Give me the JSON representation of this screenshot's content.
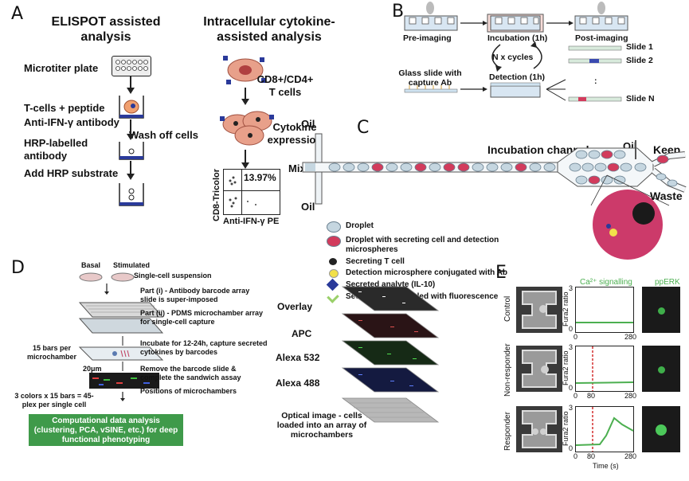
{
  "panels": {
    "a": {
      "letter": "A",
      "elispot_title": "ELISPOT assisted analysis",
      "ics_title": "Intracellular cytokine-assisted analysis",
      "steps": [
        "Microtiter plate",
        "T-cells + peptide",
        "Anti-IFN-γ antibody",
        "Wash off cells",
        "HRP-labelled antibody",
        "Add HRP substrate"
      ],
      "ics_labels": [
        "CD8+/CD4+ T cells",
        "Cytokine expression"
      ],
      "flow": {
        "percent": "13.97%",
        "y_label": "CD8-Tricolor",
        "x_label": "Anti-IFN-γ PE"
      }
    },
    "b": {
      "letter": "B",
      "stages": [
        "Pre-imaging",
        "Incubation (1h)",
        "Post-imaging"
      ],
      "cycles": "N x cycles",
      "glass_slide": "Glass slide with capture Ab",
      "detection": "Detection (1h)",
      "slides": [
        "Slide 1",
        "Slide 2",
        ":",
        "Slide N"
      ]
    },
    "c": {
      "letter": "C",
      "oil_top": "Oil",
      "oil_bottom": "Oil",
      "oil_right": "Oil",
      "mix": "Mix",
      "incubation": "Incubation channel",
      "keep": "Keep",
      "waste": "Waste",
      "legend": [
        "Droplet",
        "Droplet with secreting cell and detection microspheres",
        "Secreting T cell",
        "Detection microsphere conjugated with Ab",
        "Secreted analyte (IL-10)",
        "Secondary Ab labeled with fluorescence"
      ],
      "colors": {
        "droplet": "#c5d6e0",
        "secreting": "#d23b5c",
        "tcell": "#222222",
        "microsphere": "#f2e04a",
        "analyte": "#2a3a9a",
        "secondary": "#9ad06a"
      }
    },
    "d": {
      "letter": "D",
      "basal": "Basal",
      "stimulated": "Stimulated",
      "suspension": "Single-cell suspension",
      "part1": "Part (i) - Antibody barcode array slide is super-imposed",
      "part2": "Part (ii) - PDMS microchamber array for single-cell capture",
      "bars": "15 bars per microchamber",
      "incubate": "Incubate for 12-24h, capture secreted cytokines by barcodes",
      "scale": "20μm",
      "remove": "Remove the barcode slide & complete the sandwich assay",
      "positions": "Positions of microchambers",
      "plex": "3 colors x 15 bars = 45-plex per single cell",
      "analysis": "Computational data analysis (clustering, PCA, vSINE, etc.) for deep functional phenotyping",
      "layers": [
        "Overlay",
        "APC",
        "Alexa 532",
        "Alexa 488",
        "Optical image - cells loaded into an array of microchambers"
      ]
    },
    "e": {
      "letter": "E",
      "ca_title": "Ca²⁺ signalling",
      "pperk": "ppERK",
      "rows": [
        "Control",
        "Non-responder",
        "Responder"
      ],
      "y_label": "Fura2 ratio",
      "y_ticks": [
        "3",
        "0"
      ],
      "x_ticks": [
        "0",
        "80",
        "280"
      ],
      "x_label": "Time (s)",
      "accent": "#4caf50",
      "marker": "#d32f2f"
    }
  }
}
